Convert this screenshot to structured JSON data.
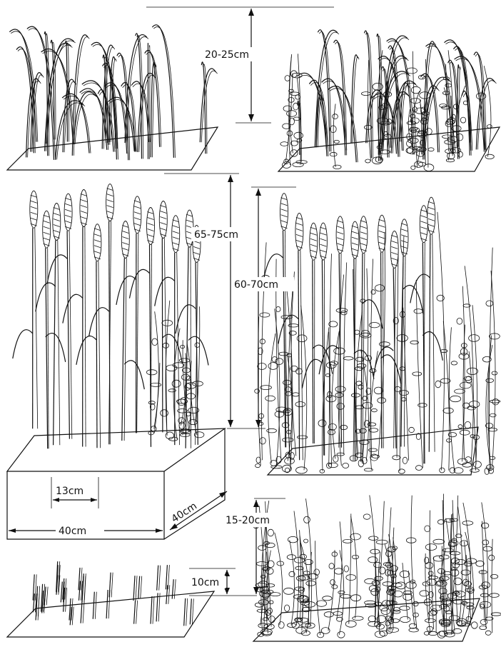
{
  "labels": {
    "seedling_height": "20-25cm",
    "wheat_height": "65-75cm",
    "wheat_weedy_height": "60-70cm",
    "weeds_height": "15-20cm",
    "stubble_height": "10cm",
    "row_spacing": "13cm",
    "plot_depth": "40cm",
    "plot_width": "40cm"
  }
}
